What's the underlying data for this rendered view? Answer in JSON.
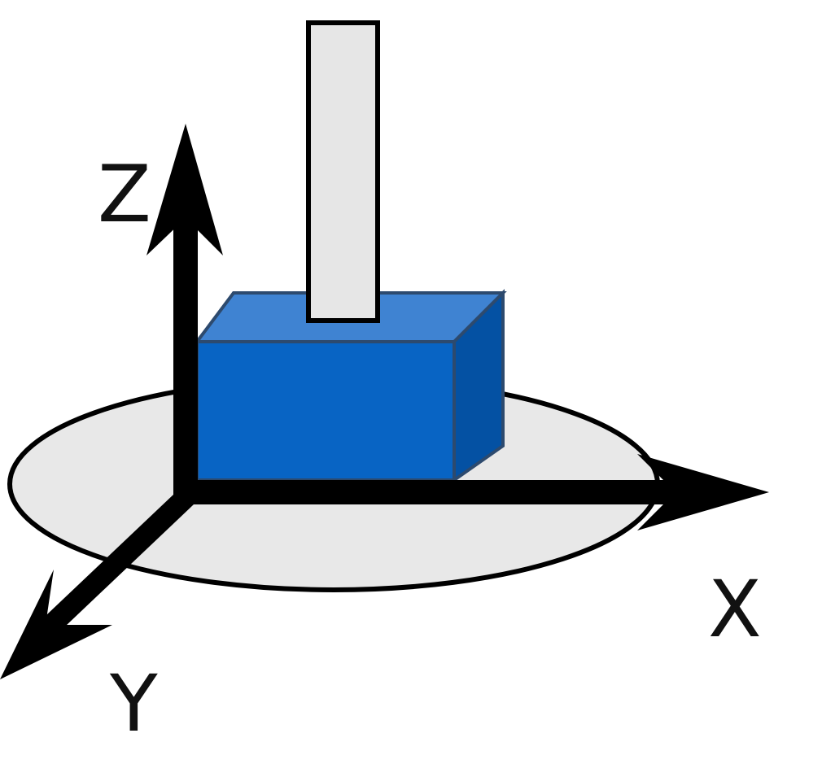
{
  "axes": {
    "z_label": "Z",
    "x_label": "X",
    "y_label": "Y"
  },
  "colors": {
    "background": "#ffffff",
    "platform_fill": "#e8e8e8",
    "outline": "#000000",
    "block_front": "#0864c4",
    "block_top": "#3f83d2",
    "block_side": "#0451a3",
    "block_edge": "#2d4a6e",
    "rod_fill": "#e6e6e6",
    "axis": "#000000"
  }
}
